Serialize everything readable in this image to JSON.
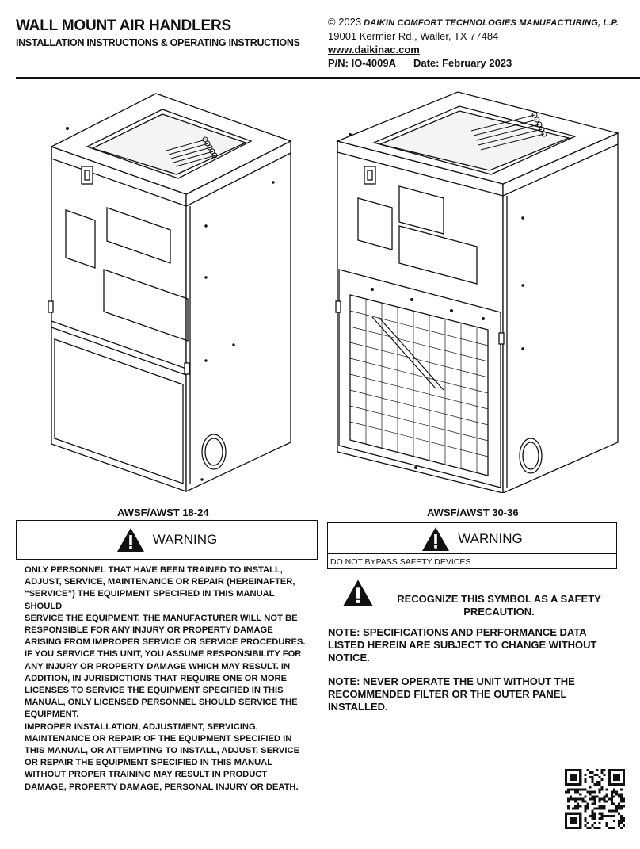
{
  "header": {
    "title": "WALL MOUNT AIR HANDLERS",
    "subtitle": "INSTALLATION INSTRUCTIONS & OPERATING INSTRUCTIONS",
    "copyright_year": "© 2023",
    "company": "DAIKIN COMFORT TECHNOLOGIES MANUFACTURING, L.P.",
    "address": "19001 Kermier Rd., Waller, TX  77484",
    "website": "www.daikinac.com",
    "part_number": "P/N: IO-4009A",
    "date": "Date:  February 2023"
  },
  "figures": {
    "left_caption": "AWSF/AWST 18-24",
    "right_caption": "AWSF/AWST 30-36"
  },
  "warning_left": {
    "title": "WARNING",
    "paragraphs": [
      "ONLY PERSONNEL THAT HAVE BEEN TRAINED TO INSTALL, ADJUST, SERVICE, MAINTENANCE OR REPAIR (HEREINAFTER, “SERVICE”) THE EQUIPMENT SPECIFIED IN THIS MANUAL SHOULD",
      "SERVICE THE EQUIPMENT.  THE MANUFACTURER WILL NOT BE RESPONSIBLE FOR ANY INJURY OR PROPERTY DAMAGE ARISING FROM IMPROPER SERVICE OR SERVICE PROCEDURES.  IF YOU SERVICE THIS UNIT, YOU ASSUME RESPONSIBILITY FOR ANY INJURY OR PROPERTY DAMAGE WHICH MAY RESULT.  IN ADDITION, IN JURISDICTIONS THAT REQUIRE ONE OR MORE LICENSES TO SERVICE THE EQUIPMENT SPECIFIED IN THIS MANUAL, ONLY LICENSED PERSONNEL SHOULD SERVICE THE EQUIPMENT.",
      "IMPROPER INSTALLATION, ADJUSTMENT, SERVICING, MAINTENANCE OR REPAIR OF THE EQUIPMENT SPECIFIED IN THIS MANUAL, OR ATTEMPTING TO INSTALL, ADJUST, SERVICE OR REPAIR THE EQUIPMENT SPECIFIED IN THIS MANUAL WITHOUT PROPER TRAINING MAY RESULT IN PRODUCT DAMAGE, PROPERTY DAMAGE, PERSONAL INJURY OR DEATH."
    ]
  },
  "warning_right": {
    "title": "WARNING",
    "text": "DO NOT BYPASS SAFETY DEVICES"
  },
  "symbol_note": "RECOGNIZE THIS SYMBOL AS A SAFETY PRECAUTION.",
  "notes": [
    "NOTE: SPECIFICATIONS AND PERFORMANCE DATA LISTED HEREIN ARE SUBJECT TO CHANGE WITHOUT NOTICE.",
    "NOTE: NEVER OPERATE THE UNIT WITHOUT THE RECOMMENDED FILTER OR THE OUTER PANEL INSTALLED."
  ],
  "icons": {
    "warning": "warning-triangle-icon",
    "qr": "qr-code-icon"
  }
}
